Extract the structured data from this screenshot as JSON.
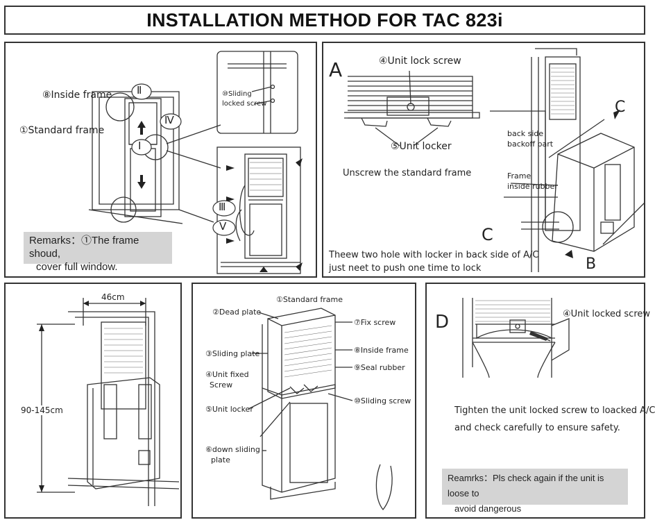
{
  "title": "INSTALLATION METHOD FOR TAC 823i",
  "panel1": {
    "inside_frame": "⑧Inside frame",
    "standard_frame": "①Standard frame",
    "sliding_locked_screw_1": "⑩Sliding",
    "sliding_locked_screw_2": "locked screw",
    "step_ii": "Ⅱ",
    "step_i": "Ⅰ",
    "step_iv": "Ⅳ",
    "step_iii": "Ⅲ",
    "step_v": "Ⅴ",
    "remark_1": "Remarks：①The frame shoud,",
    "remark_2": "cover full window."
  },
  "panel2": {
    "letter_a": "A",
    "unit_lock_screw": "④Unit lock screw",
    "unit_locker": "⑤Unit locker",
    "unscrew": "Unscrew the standard frame",
    "back_side_1": "back side",
    "back_side_2": "backoff part",
    "frame_rubber_1": "Frame",
    "frame_rubber_2": "inside rubber",
    "letter_c_top": "C",
    "letter_c_bottom": "C",
    "letter_b": "B",
    "note_1": "Theew two hole with locker in back side of A/C",
    "note_2": "just neet to push one time to lock"
  },
  "panel3": {
    "width": "46cm",
    "height": "90-145cm"
  },
  "panel4": {
    "standard_frame": "①Standard frame",
    "dead_plate": "②Dead plate",
    "fix_screw": "⑦Fix screw",
    "sliding_plate": "③Sliding plate",
    "inside_frame": "⑧Inside frame",
    "seal_rubber": "⑨Seal rubber",
    "unit_fixed_1": "④Unit fixed",
    "unit_fixed_2": "Screw",
    "unit_locker": "⑤Unit locker",
    "sliding_screw": "⑩Sliding screw",
    "down_sliding_1": "⑥down sliding",
    "down_sliding_2": "plate"
  },
  "panel5": {
    "letter_d": "D",
    "unit_locked_screw": "④Unit locked screw",
    "tighten_1": "Tighten the unit locked screw to loacked A/C",
    "tighten_2": "and check carefully to ensure safety.",
    "remark_1": "Reamrks：Pls check again if the unit is loose to",
    "remark_2": "avoid dangerous"
  }
}
